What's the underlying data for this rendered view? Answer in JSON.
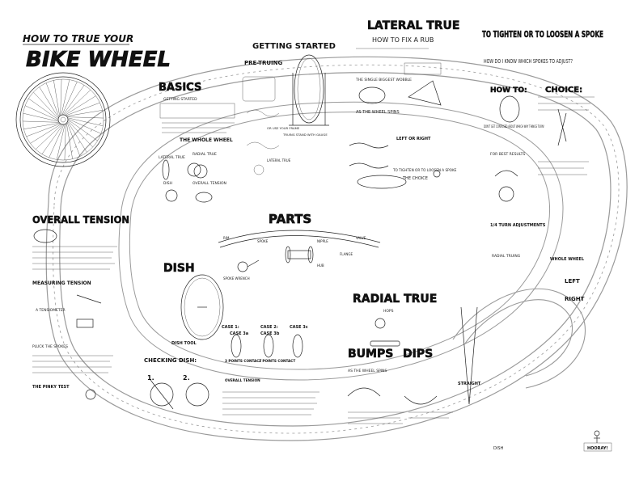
{
  "poster": {
    "title_line1": "HOW TO TRUE YOUR",
    "title_line2": "BIKE WHEEL",
    "footer_badge": "HOORAY!"
  },
  "sections": {
    "getting_started": {
      "heading": "GETTING STARTED",
      "subheading": "PRE-TRUING",
      "note": "TRUING STAND WITH GAUGE",
      "note2": "OR USE YOUR FRAME",
      "note3": "LATERAL TRUE"
    },
    "basics": {
      "heading": "BASICS",
      "subheading": "GETTING STARTED",
      "lateral_true": "LATERAL TRUE",
      "radial_true": "RADIAL TRUE",
      "dish": "DISH",
      "overall_tension": "OVERALL TENSION",
      "the_whole_wheel": "THE WHOLE WHEEL"
    },
    "lateral_true": {
      "heading": "LATERAL TRUE",
      "subheading": "HOW TO FIX A RUB",
      "step_wobble": "THE SINGLE BIGGEST WOBBLE",
      "step_spins": "AS THE WHEEL SPINS",
      "step_side": "LEFT OR RIGHT",
      "step_choice": "THE CHOICE",
      "step_tighten": "TO TIGHTEN OR TO LOOSEN A SPOKE"
    },
    "tighten_loosen": {
      "heading": "TO TIGHTEN OR TO LOOSEN A SPOKE",
      "subheading": "HOW DO I KNOW WHICH SPOKES TO ADJUST?",
      "how_to": "HOW TO:",
      "choice": "CHOICE:",
      "confused": "DON'T GET CONFUSED ABOUT WHICH WAY THINGS TURN!",
      "best_results": "FOR BEST RESULTS",
      "adjustments": "1/4 TURN ADJUSTMENTS",
      "radial_truing": "RADIAL TRUING",
      "whole_wheel": "WHOLE WHEEL",
      "left": "LEFT",
      "right": "RIGHT"
    },
    "overall_tension": {
      "heading": "OVERALL TENSION",
      "measuring": "MEASURING TENSION",
      "tensiometer": "A TENSIOMETER",
      "pluck": "PLUCK THE SPOKES",
      "bottom_note": "THE PINKY TEST"
    },
    "parts": {
      "heading": "PARTS",
      "rim": "RIM",
      "spoke": "SPOKE",
      "nipple": "NIPPLE",
      "hub": "HUB",
      "flange": "FLANGE",
      "spoke_wrench": "SPOKE WRENCH",
      "valve": "VALVE"
    },
    "dish": {
      "heading": "DISH",
      "checking": "CHECKING DISH:",
      "dish_tool": "DISH TOOL",
      "case_1": "CASE 1:",
      "case_2": "CASE 2:",
      "case_3a": "CASE 3a",
      "case_3b": "CASE 3b",
      "case_3c": "CASE 3c",
      "point_contact_3": "3 POINTS CONTACT",
      "point_contact_2": "2 POINTS CONTACT",
      "overall_tension": "OVERALL TENSION",
      "one": "1.",
      "two": "2."
    },
    "radial_true": {
      "heading": "RADIAL TRUE",
      "bumps": "BUMPS",
      "dips": "DIPS",
      "as_spins": "AS THE WHEEL SPINS",
      "straight": "STRAIGHT",
      "dish_note": "DISH",
      "hops": "HOPS"
    }
  },
  "colors": {
    "ink": "#222222",
    "track_outline": "#9a9a9a",
    "paper": "#ffffff"
  },
  "icons": [
    "bike-wheel-icon",
    "truing-stand-icon",
    "spoke-wrench-icon",
    "hub-icon",
    "rim-icon",
    "tiny-figure-icon"
  ]
}
